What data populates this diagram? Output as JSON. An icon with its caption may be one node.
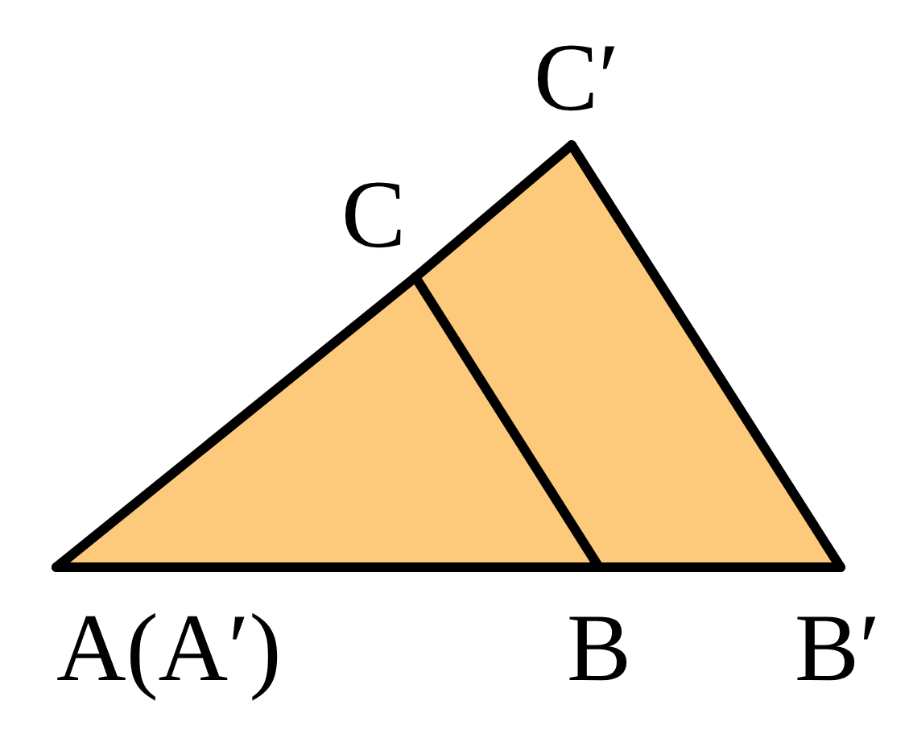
{
  "diagram": {
    "nodes": [
      {
        "text": [
          "C′"
        ]
      },
      {
        "text": [
          "C"
        ]
      },
      {
        "text": [
          "A(A′)"
        ]
      },
      {
        "text": [
          "B"
        ]
      },
      {
        "text": [
          "B′"
        ]
      }
    ],
    "edges": [
      {
        "from": 2,
        "to": 1,
        "arrow": "none"
      },
      {
        "from": 1,
        "to": 0,
        "arrow": "none"
      },
      {
        "from": 0,
        "to": 4,
        "arrow": "none"
      },
      {
        "from": 2,
        "to": 3,
        "arrow": "none"
      },
      {
        "from": 3,
        "to": 4,
        "arrow": "none"
      },
      {
        "from": 1,
        "to": 3,
        "arrow": "none"
      }
    ]
  }
}
